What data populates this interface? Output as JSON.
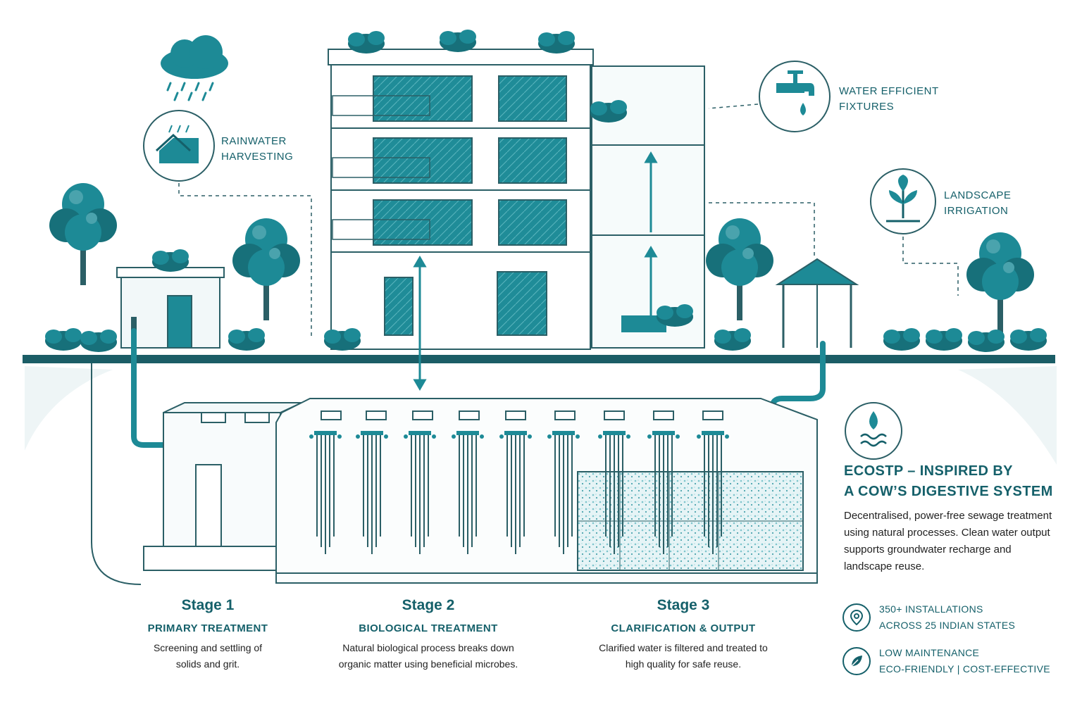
{
  "callouts": {
    "rainwater": [
      "RAINWATER",
      "HARVESTING"
    ],
    "fixtures": [
      "WATER EFFICIENT",
      "FIXTURES"
    ],
    "irrigation": [
      "LANDSCAPE",
      "IRRIGATION"
    ]
  },
  "stages": [
    {
      "number": "Stage 1",
      "title": "PRIMARY TREATMENT",
      "desc": [
        "Screening and settling of",
        "solids and grit."
      ]
    },
    {
      "number": "Stage 2",
      "title": "BIOLOGICAL TREATMENT",
      "desc": [
        "Natural biological process breaks down",
        "organic matter using beneficial microbes."
      ]
    },
    {
      "number": "Stage 3",
      "title": "CLARIFICATION & OUTPUT",
      "desc": [
        "Clarified water is filtered and treated to",
        "high quality for safe reuse."
      ]
    }
  ],
  "info": {
    "title": [
      "ECOSTP – INSPIRED BY",
      "A COW’S DIGESTIVE SYSTEM"
    ],
    "desc": "Decentralised, power-free sewage treatment using natural processes. Clean water output supports groundwater recharge and landscape reuse."
  },
  "stats": [
    {
      "icon": "location-pin-icon",
      "lines": [
        "350+ INSTALLATIONS",
        "ACROSS 25 INDIAN STATES"
      ]
    },
    {
      "icon": "leaf-icon",
      "lines": [
        "LOW MAINTENANCE",
        "ECO-FRIENDLY | COST-EFFECTIVE"
      ]
    }
  ],
  "colors": {
    "teal_dark": "#15606a",
    "teal": "#1d8a96",
    "teal_light": "#7cc4cc",
    "line": "#2b5f66"
  }
}
